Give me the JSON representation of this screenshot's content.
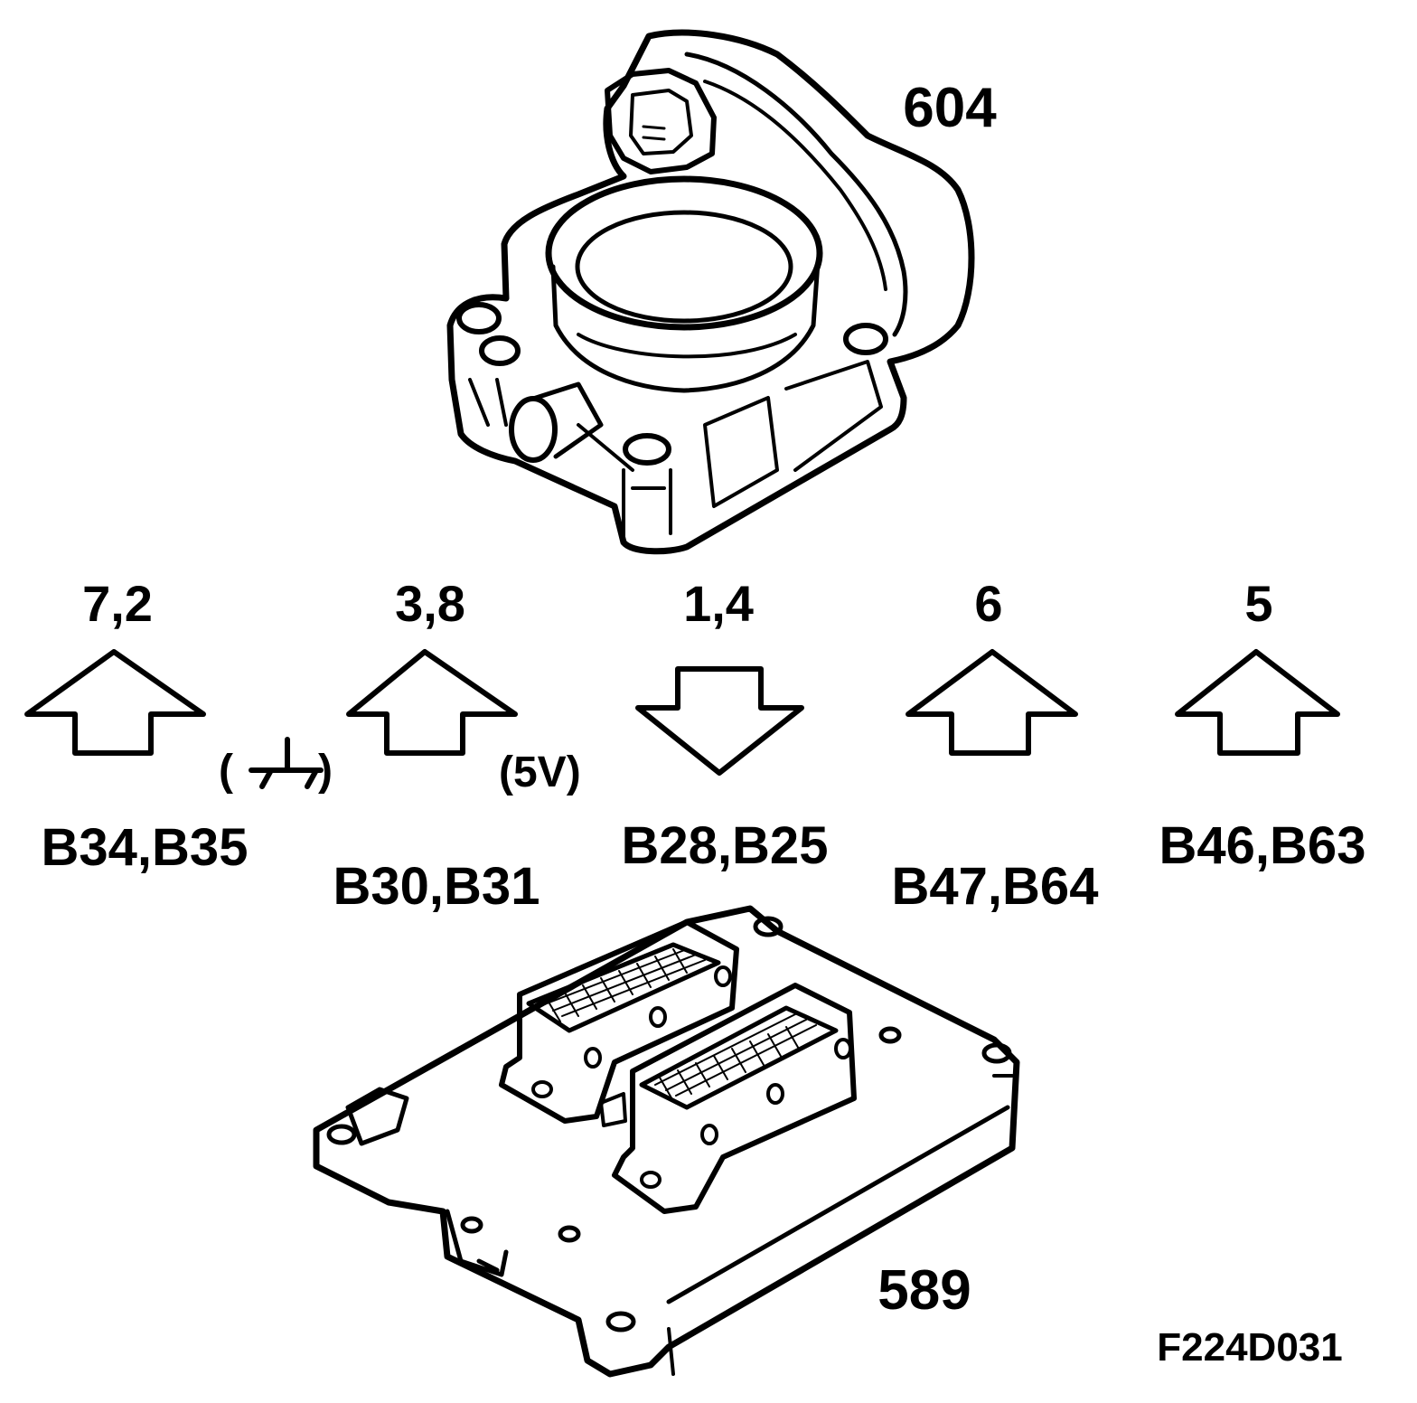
{
  "components": {
    "throttle_body": {
      "label": "604"
    },
    "control_module": {
      "label": "589"
    }
  },
  "signals": [
    {
      "pins": "7,2",
      "direction": "up",
      "connector": "B34,B35",
      "note": "(⏚)"
    },
    {
      "pins": "3,8",
      "direction": "up",
      "connector": "B30,B31",
      "note": "(5V)"
    },
    {
      "pins": "1,4",
      "direction": "down",
      "connector": "B28,B25",
      "note": ""
    },
    {
      "pins": "6",
      "direction": "up",
      "connector": "B47,B64",
      "note": ""
    },
    {
      "pins": "5",
      "direction": "up",
      "connector": "B46,B63",
      "note": ""
    }
  ],
  "ground_note_text": "( )",
  "figure_id": "F224D031"
}
